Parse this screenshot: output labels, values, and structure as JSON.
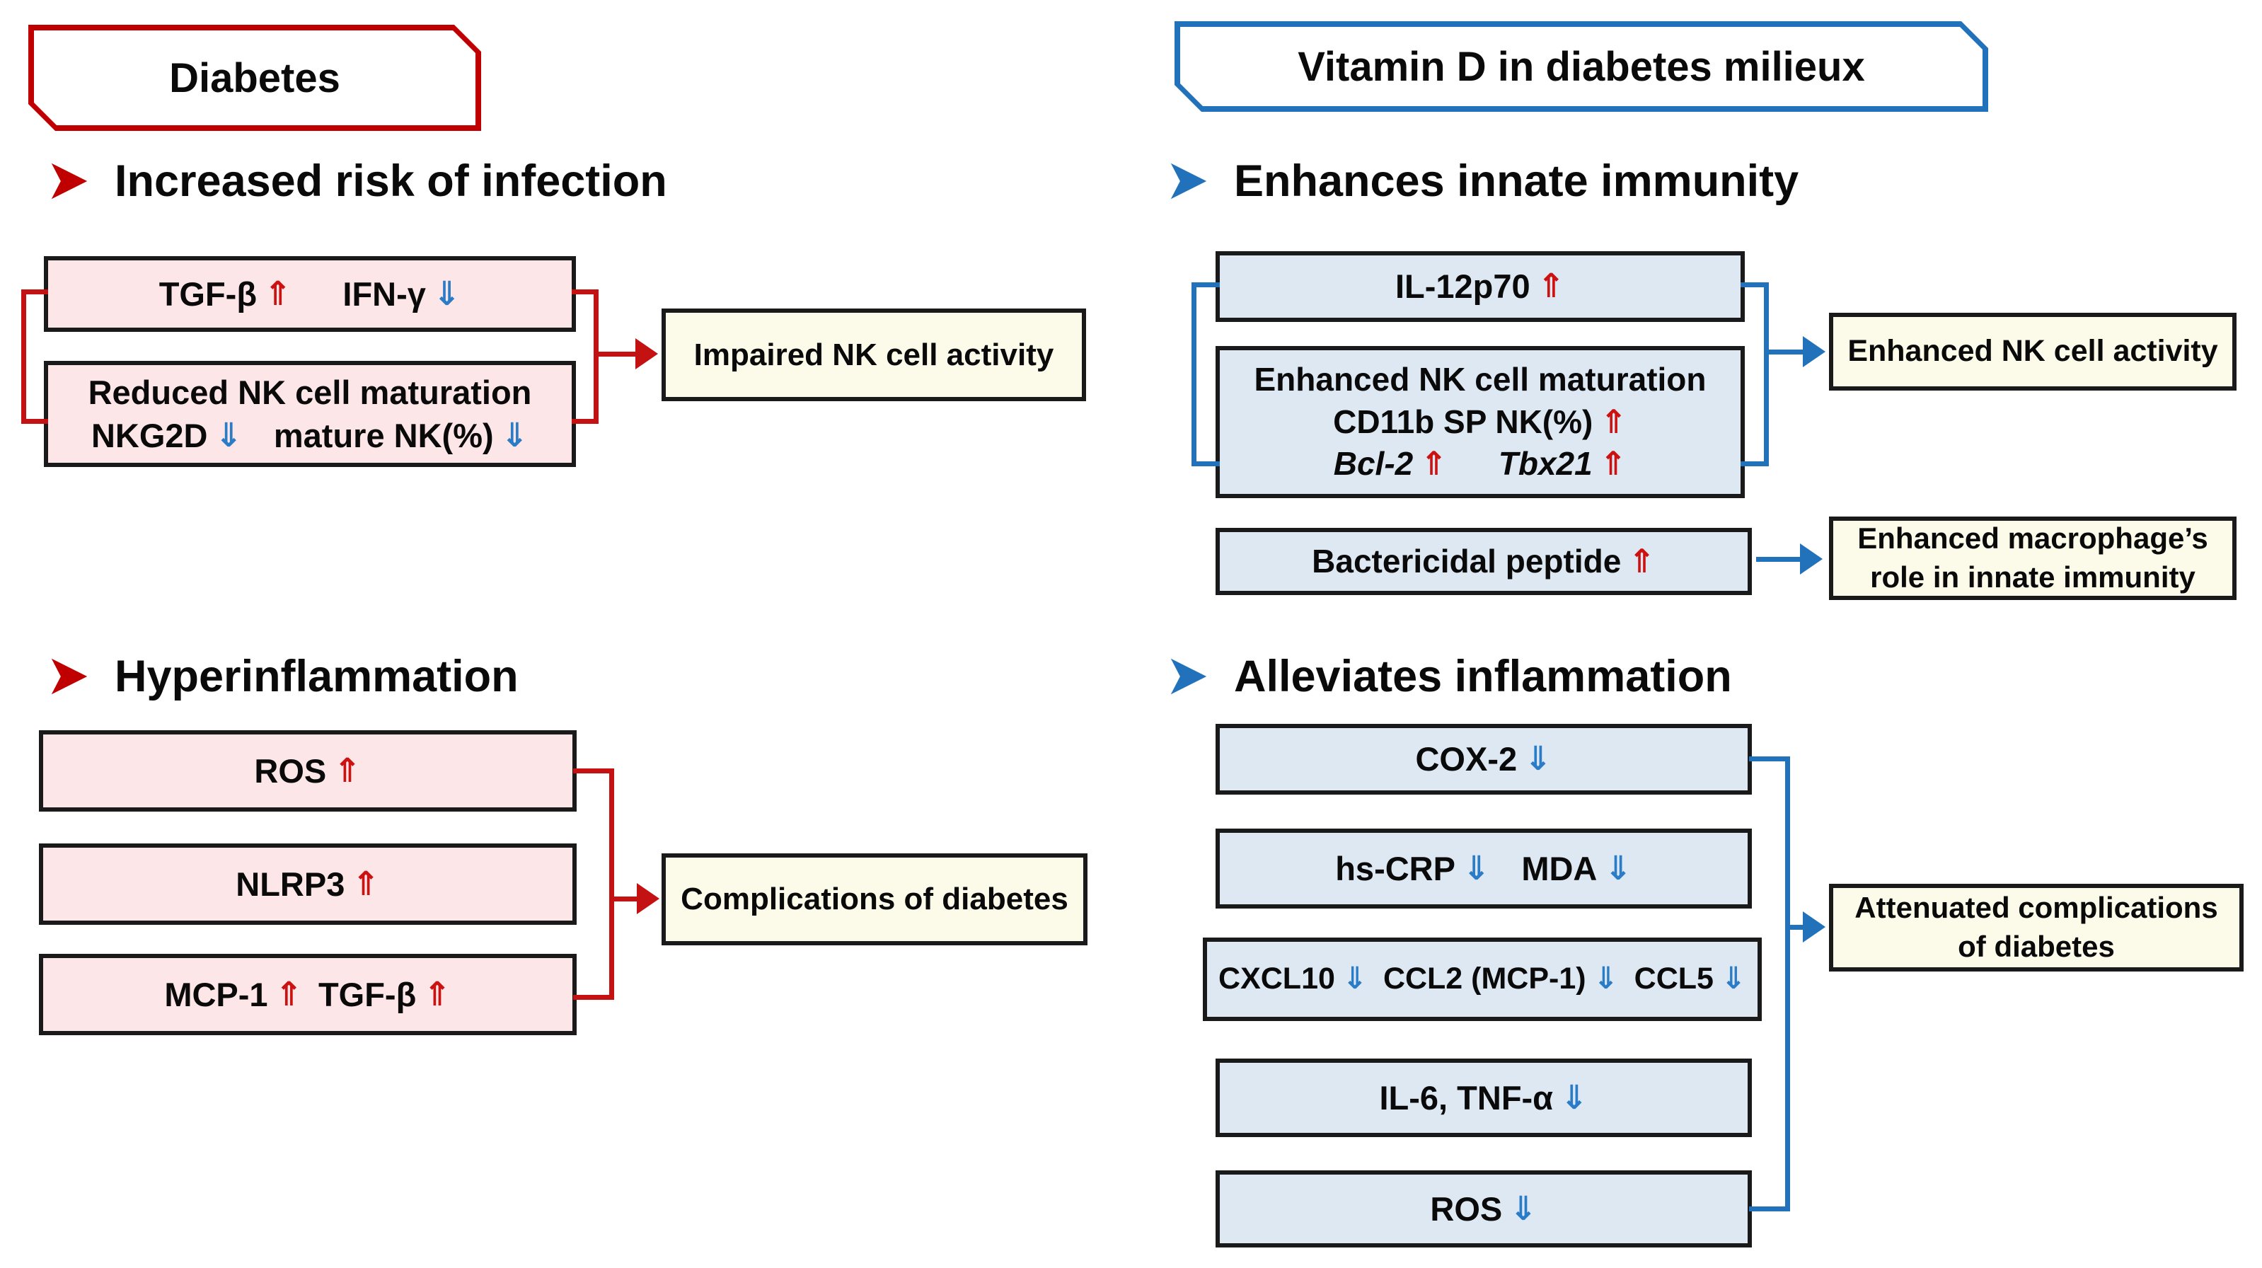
{
  "palette": {
    "red_accent": "#c00000",
    "blue_accent": "#2272bb",
    "pink_fill": "#fce6e7",
    "blue_fill": "#dde8f3",
    "cream_fill": "#fcfae8",
    "box_border": "#1a1a1a",
    "arrow_up": "#cc1111",
    "arrow_down": "#2b7cc7"
  },
  "glyphs": {
    "up": "⇑",
    "down": "⇓"
  },
  "left": {
    "header": "Diabetes",
    "infection": {
      "heading": "Increased risk of infection",
      "box1": {
        "seg1": "TGF-β",
        "seg2": "IFN-γ"
      },
      "box2": {
        "line1": "Reduced NK cell maturation",
        "seg1": "NKG2D",
        "seg2": "mature NK(%)"
      },
      "result": "Impaired NK cell activity"
    },
    "inflammation": {
      "heading": "Hyperinflammation",
      "box1": {
        "seg1": "ROS"
      },
      "box2": {
        "seg1": "NLRP3"
      },
      "box3": {
        "seg1": "MCP-1",
        "seg2": "TGF-β"
      },
      "result": "Complications of diabetes"
    }
  },
  "right": {
    "header": "Vitamin D in diabetes milieux",
    "innate": {
      "heading": "Enhances innate immunity",
      "box1": {
        "seg1": "IL-12p70"
      },
      "box2": {
        "line1": "Enhanced NK cell maturation",
        "line2": "CD11b SP NK(%)",
        "line3_seg1": "Bcl-2",
        "line3_seg2": "Tbx21"
      },
      "result1": "Enhanced NK cell activity",
      "box3": {
        "seg1": "Bactericidal peptide"
      },
      "result2": {
        "line1": "Enhanced macrophage’s",
        "line2": "role in innate immunity"
      }
    },
    "alleviate": {
      "heading": "Alleviates inflammation",
      "box1": {
        "seg1": "COX-2"
      },
      "box2": {
        "seg1": "hs-CRP",
        "seg2": "MDA"
      },
      "box3": {
        "seg1": "CXCL10",
        "seg2": "CCL2 (MCP-1)",
        "seg3": "CCL5"
      },
      "box4": {
        "seg1": "IL-6, TNF-α"
      },
      "box5": {
        "seg1": "ROS"
      },
      "result": {
        "line1": "Attenuated complications",
        "line2": "of diabetes"
      }
    }
  }
}
